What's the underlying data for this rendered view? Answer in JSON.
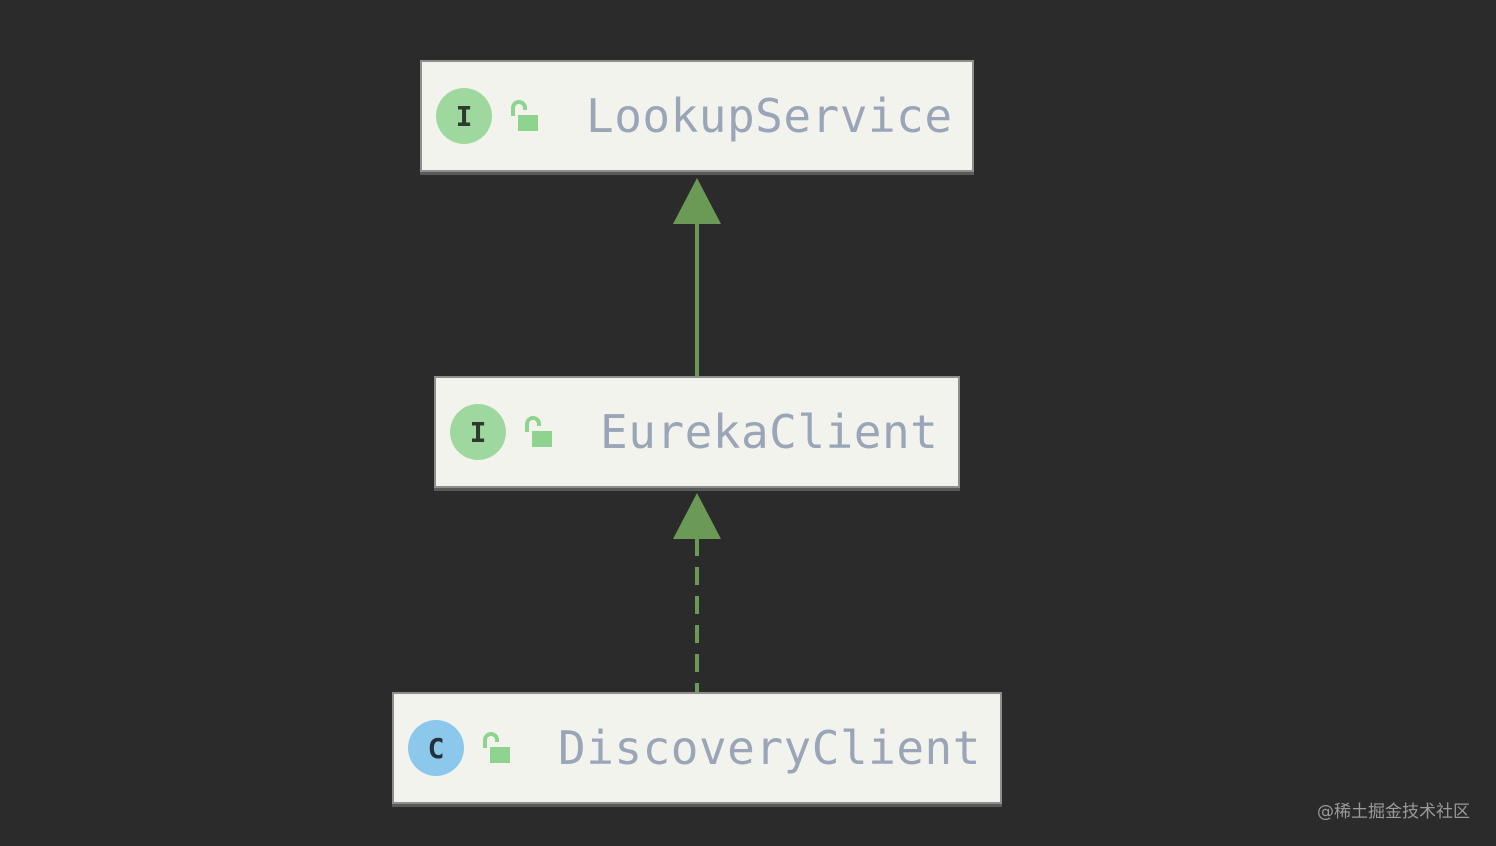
{
  "nodes": {
    "lookup": {
      "kind": "interface",
      "badge": "I",
      "label": "LookupService"
    },
    "eureka": {
      "kind": "interface",
      "badge": "I",
      "label": "EurekaClient"
    },
    "discovery": {
      "kind": "class",
      "badge": "C",
      "label": "DiscoveryClient"
    }
  },
  "edges": [
    {
      "from": "EurekaClient",
      "to": "LookupService",
      "type": "extends",
      "style": "solid"
    },
    {
      "from": "DiscoveryClient",
      "to": "EurekaClient",
      "type": "implements",
      "style": "dashed"
    }
  ],
  "colors": {
    "background": "#2b2b2b",
    "node_fill": "#f3f3ee",
    "edge": "#6a9a55",
    "interface_badge": "#9fd89e",
    "class_badge": "#8cc7ec",
    "lock_icon": "#8fd48e",
    "label_text": "#9aa6b7"
  },
  "watermark": "@稀土掘金技术社区"
}
